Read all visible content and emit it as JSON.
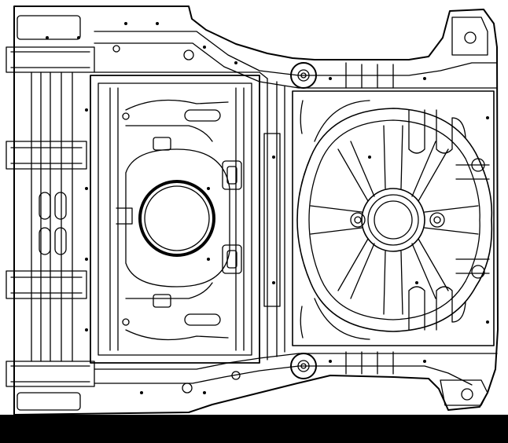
{
  "figure": {
    "kind": "line-drawing",
    "subject": "floor-panel-assembly",
    "view": "top",
    "style": "black-line-on-white"
  },
  "colors": {
    "line": "#000000",
    "background": "#ffffff",
    "bottom_band": "#000000"
  }
}
